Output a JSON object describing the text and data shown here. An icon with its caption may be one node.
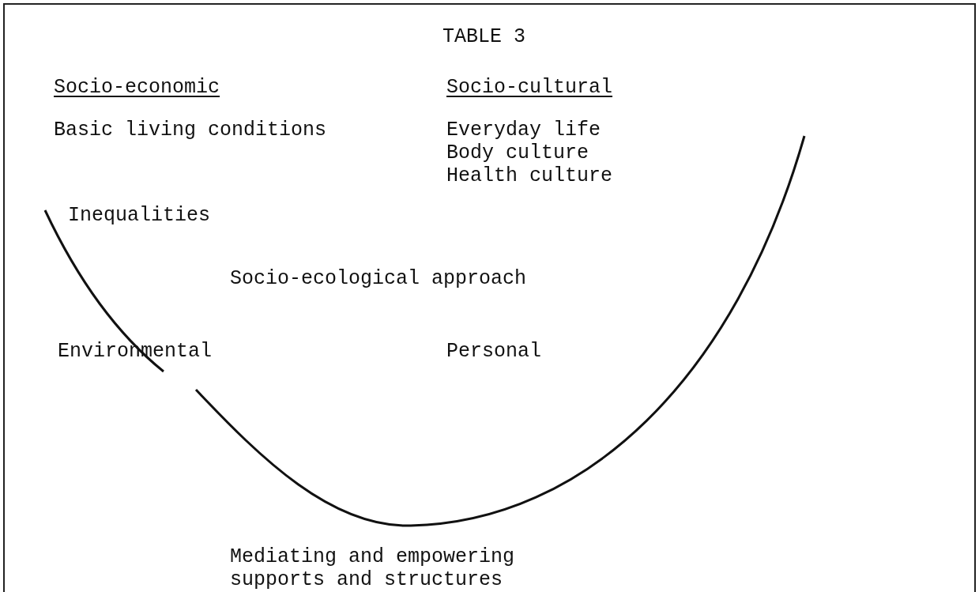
{
  "diagram": {
    "title": "TABLE 3",
    "labels": [
      "Socio-economic",
      "Socio-cultural",
      "Basic living conditions",
      "Everyday life",
      "Body culture",
      "Health culture",
      "Inequalities",
      "Socio-ecological approach",
      "Environmental",
      "Personal",
      "Mediating and empowering supports and structures"
    ]
  }
}
